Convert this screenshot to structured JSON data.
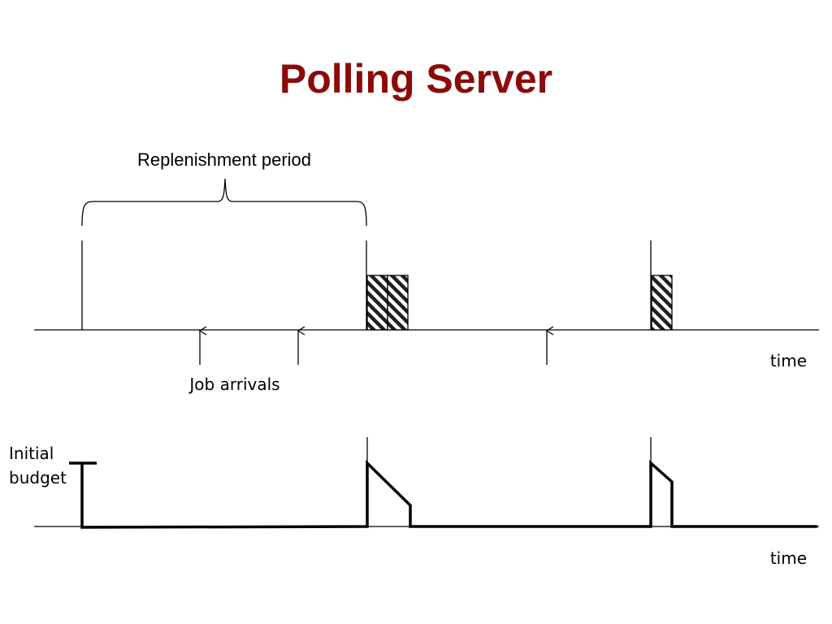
{
  "title": "Polling Server",
  "labels": {
    "replenishment_period": "Replenishment period",
    "job_arrivals": "Job arrivals",
    "time_top": "time",
    "time_bottom": "time",
    "initial_budget_line1": "Initial",
    "initial_budget_line2": "budget"
  },
  "colors": {
    "title": "#8b0a0a",
    "lines": "#000000",
    "execution_fill": "#ffffff"
  }
}
